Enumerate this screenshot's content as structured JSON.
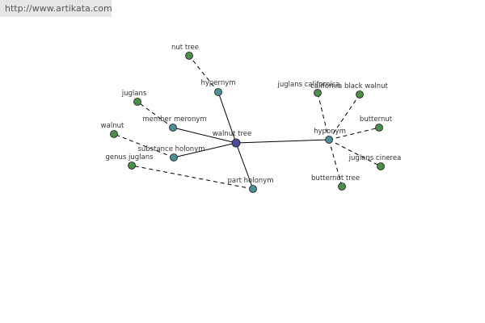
{
  "banner": {
    "url": "http://www.artikata.com"
  },
  "colors": {
    "center": "#4a4d96",
    "relation": "#4a8f98",
    "leaf": "#4e8c4a",
    "edge": "#000000"
  },
  "graph": {
    "center": {
      "id": "walnut-tree",
      "label": "walnut tree"
    },
    "relations": [
      {
        "id": "hypernym",
        "label": "hypernym",
        "leaves": [
          {
            "id": "nut-tree",
            "label": "nut tree"
          }
        ]
      },
      {
        "id": "member-meronym",
        "label": "member meronym",
        "leaves": [
          {
            "id": "juglans",
            "label": "juglans"
          }
        ]
      },
      {
        "id": "substance-holonym",
        "label": "substance holonym",
        "leaves": [
          {
            "id": "walnut",
            "label": "walnut"
          }
        ]
      },
      {
        "id": "part-holonym",
        "label": "part holonym",
        "leaves": [
          {
            "id": "genus-juglans",
            "label": "genus juglans"
          }
        ]
      },
      {
        "id": "hyponym",
        "label": "hyponym",
        "leaves": [
          {
            "id": "juglans-californica",
            "label": "juglans californica"
          },
          {
            "id": "california-black-walnut",
            "label": "california black walnut"
          },
          {
            "id": "butternut",
            "label": "butternut"
          },
          {
            "id": "juglans-cinerea",
            "label": "juglans cinerea"
          },
          {
            "id": "butternut-tree",
            "label": "butternut tree"
          }
        ]
      }
    ]
  }
}
